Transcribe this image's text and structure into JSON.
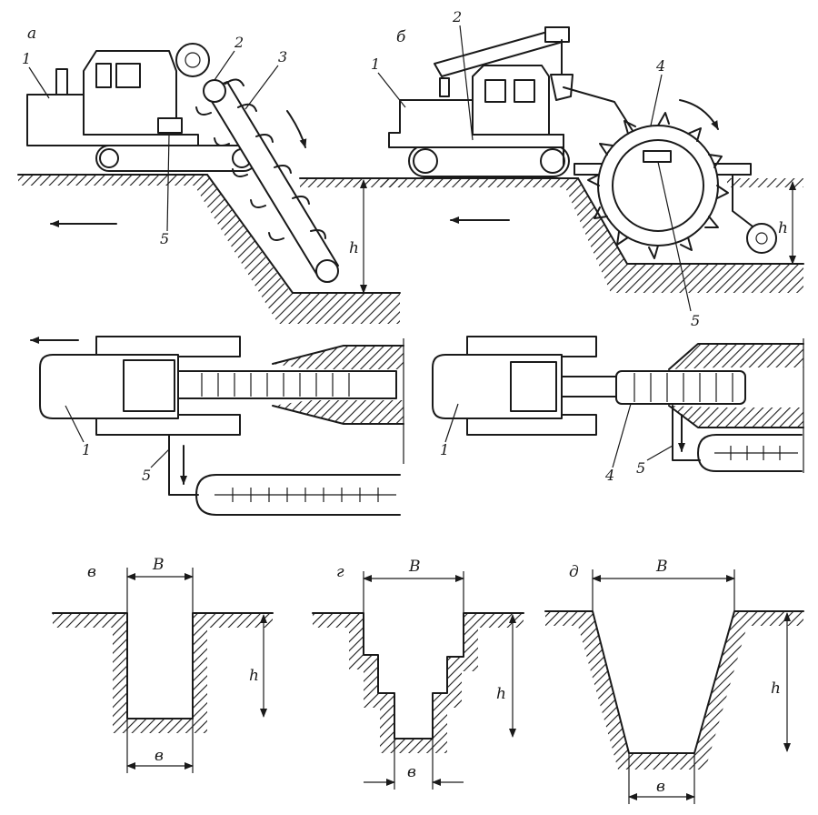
{
  "panels": {
    "a": "а",
    "b": "б",
    "c": "в",
    "d": "г",
    "e": "д"
  },
  "callouts": {
    "n1": "1",
    "n2": "2",
    "n3": "3",
    "n4": "4",
    "n5": "5"
  },
  "dims": {
    "depth": "h",
    "top_width": "B",
    "bottom_width": "в"
  },
  "icons": {
    "direction": "arrow-left-icon",
    "rotation": "arrow-curved-icon"
  },
  "colors": {
    "ink": "#1a1a1a",
    "paper": "#ffffff"
  }
}
